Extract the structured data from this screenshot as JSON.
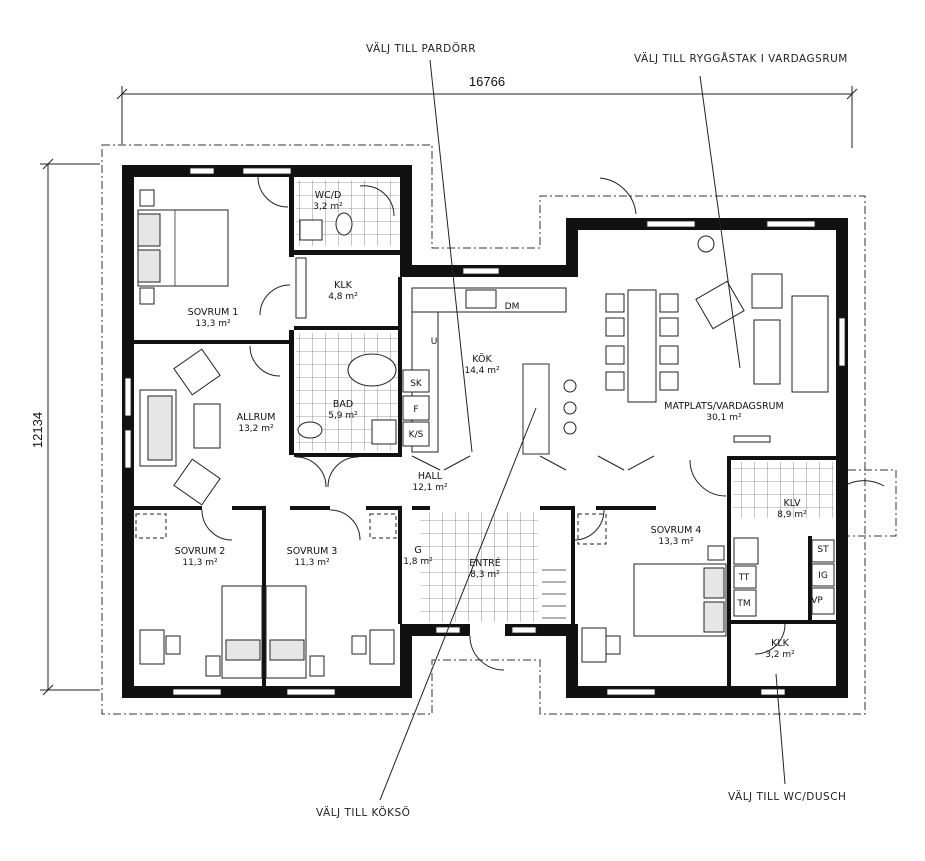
{
  "dimensions": {
    "width": "16766",
    "height": "12134"
  },
  "notes": {
    "pardorr": "VÄLJ TILL PARDÖRR",
    "ryggastak": "VÄLJ TILL RYGGÅSTAK I VARDAGSRUM",
    "kokso": "VÄLJ TILL KÖKSÖ",
    "wcdusch": "VÄLJ TILL WC/DUSCH"
  },
  "rooms": {
    "wcd": {
      "name": "WC/D",
      "area": "3,2 m²"
    },
    "sovrum1": {
      "name": "SOVRUM 1",
      "area": "13,3 m²"
    },
    "klk1": {
      "name": "KLK",
      "area": "4,8 m²"
    },
    "allrum": {
      "name": "ALLRUM",
      "area": "13,2 m²"
    },
    "bad": {
      "name": "BAD",
      "area": "5,9 m²"
    },
    "kok": {
      "name": "KÖK",
      "area": "14,4 m²"
    },
    "matplats": {
      "name": "MATPLATS/VARDAGSRUM",
      "area": "30,1 m²"
    },
    "hall": {
      "name": "HALL",
      "area": "12,1 m²"
    },
    "sovrum2": {
      "name": "SOVRUM 2",
      "area": "11,3 m²"
    },
    "sovrum3": {
      "name": "SOVRUM 3",
      "area": "11,3 m²"
    },
    "g": {
      "name": "G",
      "area": "1,8 m²"
    },
    "entre": {
      "name": "ENTRÉ",
      "area": "8,3 m²"
    },
    "sovrum4": {
      "name": "SOVRUM 4",
      "area": "13,3 m²"
    },
    "klv": {
      "name": "KLV",
      "area": "8,9 m²"
    },
    "klk2": {
      "name": "KLK",
      "area": "3,2 m²"
    }
  },
  "appliances": {
    "sk": "SK",
    "f": "F",
    "ks": "K/S",
    "u": "U",
    "dm": "DM",
    "st": "ST",
    "tt": "TT",
    "tm": "TM",
    "vp": "VP",
    "ig": "IG"
  }
}
